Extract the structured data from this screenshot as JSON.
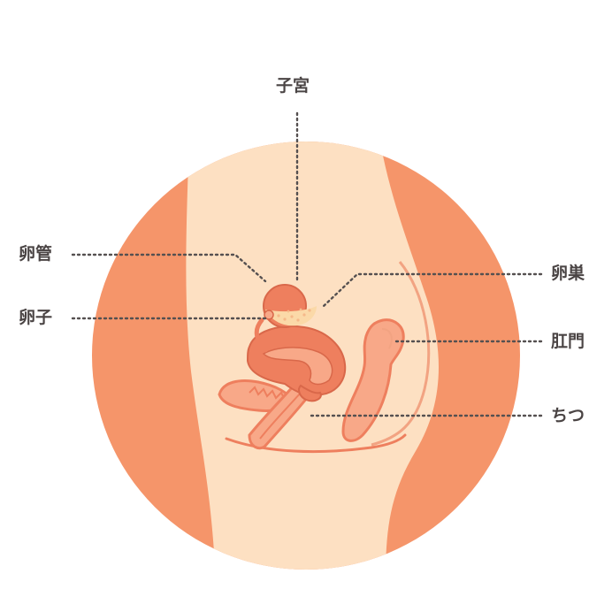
{
  "labels": {
    "uterus": "子宮",
    "fallopian_tube": "卵管",
    "egg": "卵子",
    "ovary": "卵巣",
    "anus": "肛門",
    "vagina": "ちつ"
  },
  "colors": {
    "circle_outer": "#f5956a",
    "body_skin": "#fde0c2",
    "organ_dark": "#ee7f5e",
    "organ_light": "#f8a888",
    "organ_outline": "#d9684a",
    "leader_line": "#555050",
    "label_text": "#4a4444"
  }
}
